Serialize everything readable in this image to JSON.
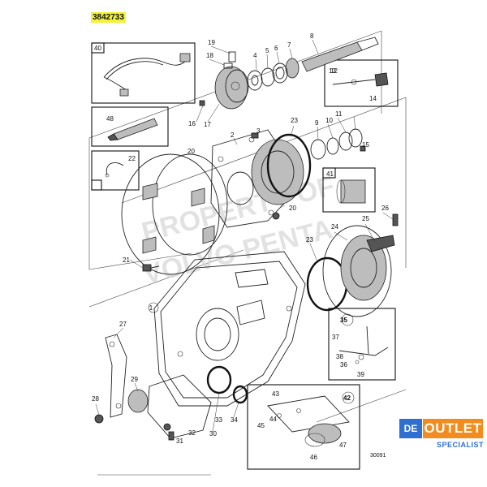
{
  "part_number": "3842733",
  "drawing_number": "30091",
  "watermark": [
    "PROPERTY OF",
    "VOLVO PENTA"
  ],
  "logo": {
    "prefix": "DE",
    "word": "OUTLET",
    "sub": "SPECIALIST"
  },
  "callouts": [
    "1",
    "2",
    "3",
    "4",
    "5",
    "6",
    "7",
    "8",
    "9",
    "10",
    "11",
    "12",
    "13",
    "14",
    "15",
    "16",
    "17",
    "18",
    "19",
    "20",
    "20",
    "21",
    "22",
    "23",
    "23",
    "24",
    "25",
    "26",
    "27",
    "28",
    "29",
    "30",
    "31",
    "32",
    "33",
    "34",
    "35",
    "36",
    "37",
    "38",
    "39",
    "40",
    "41",
    "42",
    "43",
    "44",
    "45",
    "46",
    "47",
    "48"
  ]
}
